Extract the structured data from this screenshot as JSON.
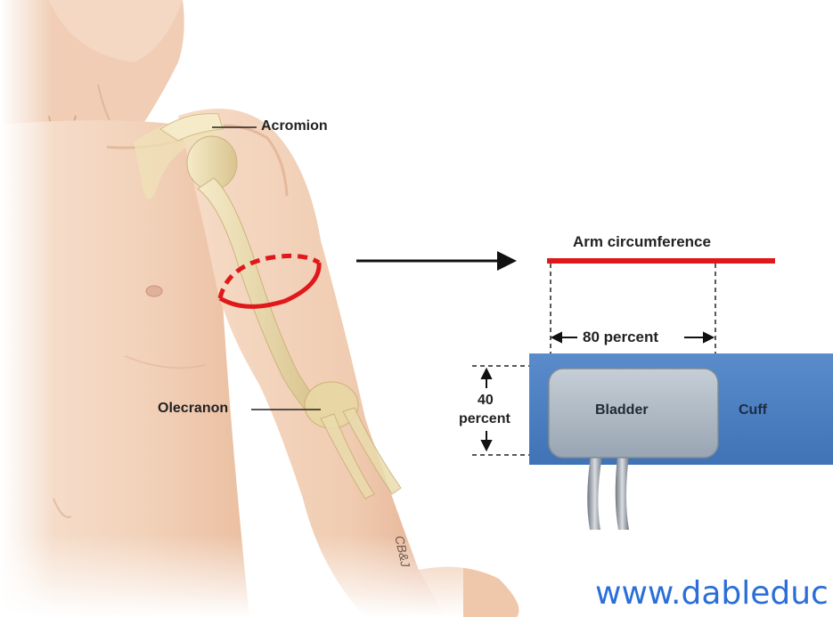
{
  "labels": {
    "acromion": "Acromion",
    "olecranon": "Olecranon",
    "arm_circumference": "Arm circumference",
    "percent_80": "80 percent",
    "percent_40_num": "40",
    "percent_40_word": "percent",
    "bladder": "Bladder",
    "cuff": "Cuff",
    "signature": "CB&J",
    "watermark": "www.dableduc"
  },
  "colors": {
    "skin": "#f2d3bc",
    "skin_shadow": "#e7b99b",
    "bone": "#efe2b8",
    "measure_red": "#e1181b",
    "cuff_blue": "#4a7ec0",
    "bladder_gray": "#a9b4bf",
    "url_blue": "#2a6fd8"
  }
}
